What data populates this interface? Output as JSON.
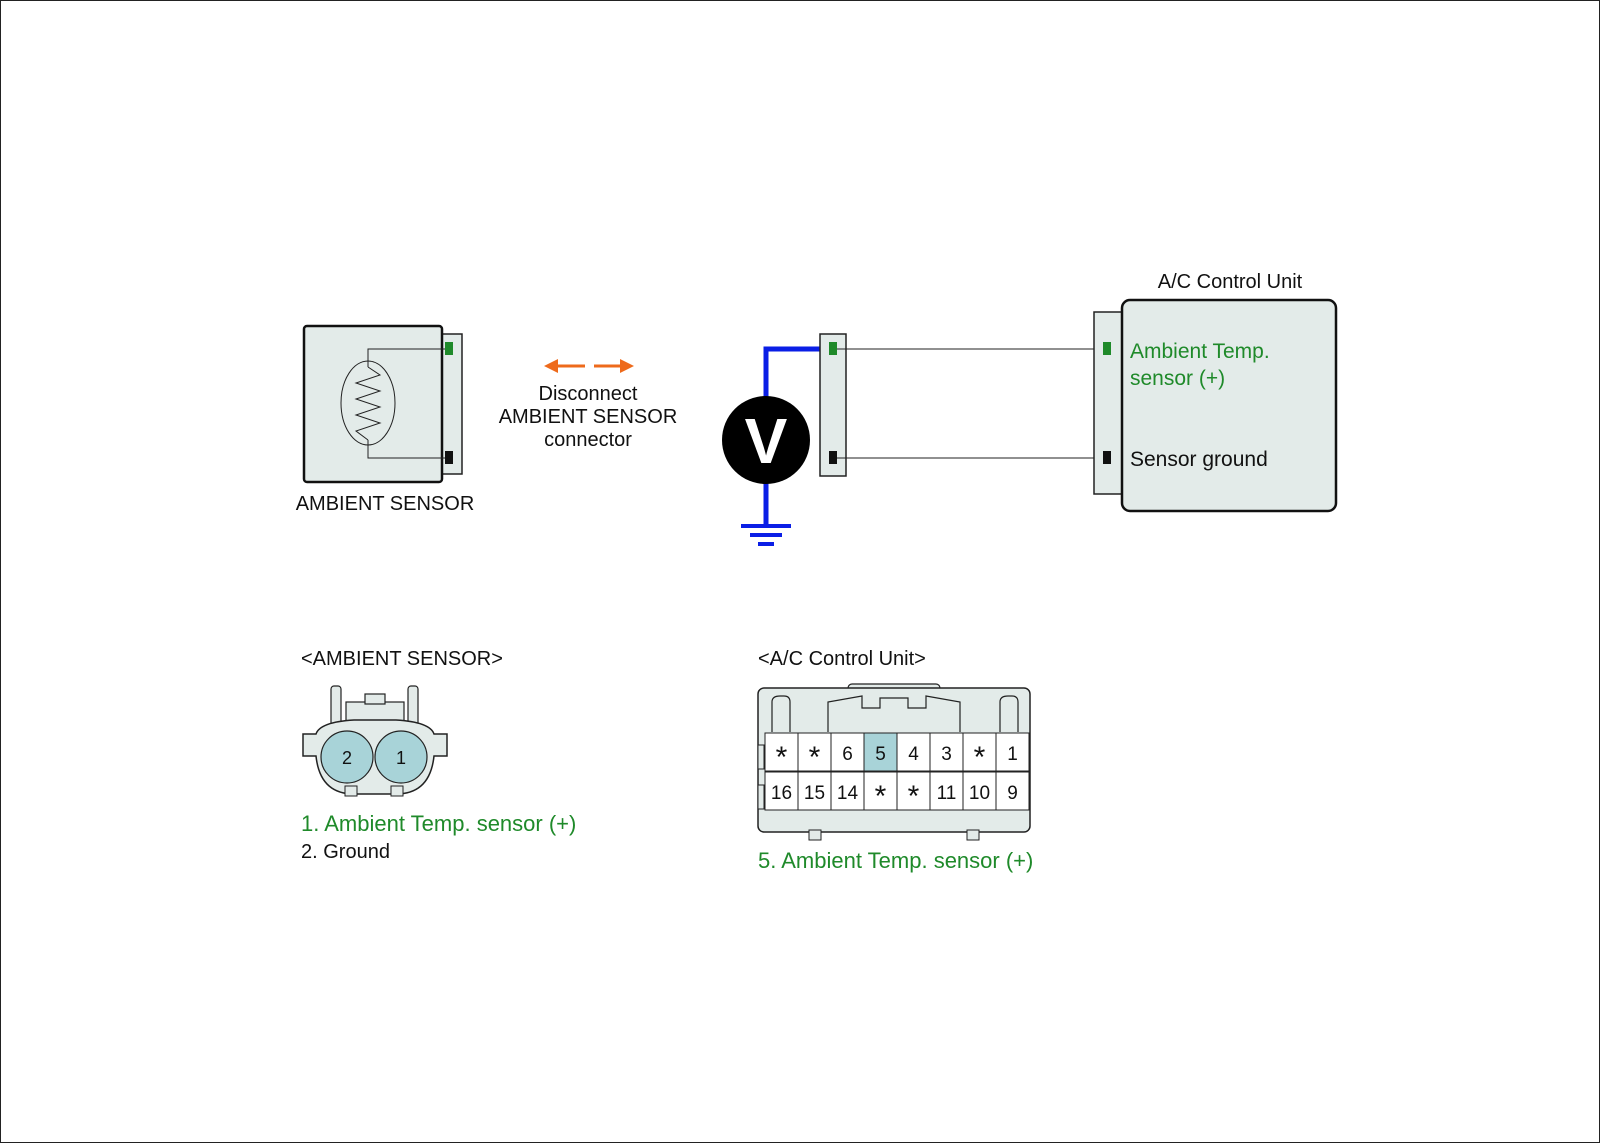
{
  "colors": {
    "green": "#1f8a2a",
    "blue": "#0a1ee6",
    "orange": "#ee6a1b",
    "panel_fill": "#e3ebe9",
    "pin_highlight": "#a8d3d8",
    "black": "#000000"
  },
  "icons": {
    "voltmeter": "voltmeter-icon",
    "ground": "ground-symbol-icon",
    "resistor": "thermistor-icon",
    "arrow_left": "arrow-left-icon",
    "arrow_right": "arrow-right-icon"
  },
  "schematic": {
    "ambient_sensor_label": "AMBIENT SENSOR",
    "disconnect_lines": [
      "Disconnect",
      "AMBIENT SENSOR",
      "connector"
    ],
    "voltmeter_symbol": "V",
    "control_unit_title": "A/C Control Unit",
    "terminal_1_lines": [
      "Ambient Temp.",
      "sensor (+)"
    ],
    "terminal_2_label": "Sensor ground"
  },
  "ambient_connector": {
    "title": "<AMBIENT SENSOR>",
    "pins": [
      "2",
      "1"
    ],
    "legend": [
      {
        "text": "1. Ambient Temp. sensor (+)",
        "color": "green"
      },
      {
        "text": "2. Ground",
        "color": "black"
      }
    ]
  },
  "acu_connector": {
    "title": "<A/C Control Unit>",
    "top_row": [
      "*",
      "*",
      "6",
      "5",
      "4",
      "3",
      "*",
      "1"
    ],
    "bottom_row": [
      "16",
      "15",
      "14",
      "*",
      "*",
      "11",
      "10",
      "9"
    ],
    "highlighted_pin": "5",
    "legend": "5. Ambient Temp. sensor (+)"
  }
}
